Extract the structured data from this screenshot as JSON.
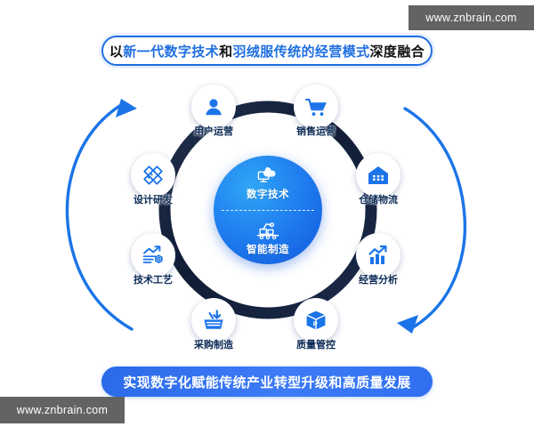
{
  "banners": {
    "top": {
      "parts": [
        {
          "text": "以",
          "highlight": false
        },
        {
          "text": "新一代数字技术",
          "highlight": true
        },
        {
          "text": "和",
          "highlight": false
        },
        {
          "text": "羽绒服传统的经营模式",
          "highlight": true
        },
        {
          "text": "深度融合",
          "highlight": false
        }
      ],
      "full_text": "以新一代数字技术和羽绒服传统的经营模式深度融合"
    },
    "bottom": {
      "text": "实现数字化赋能传统产业转型升级和高质量发展"
    }
  },
  "core": {
    "top": {
      "label": "数字技术",
      "icon": "cloud-monitor-icon"
    },
    "bottom": {
      "label": "智能制造",
      "icon": "robot-arm-icon"
    }
  },
  "nodes": [
    {
      "id": "user-ops",
      "label": "用户运营",
      "icon": "user-icon"
    },
    {
      "id": "sales-ops",
      "label": "销售运营",
      "icon": "shopping-cart-icon"
    },
    {
      "id": "warehouse",
      "label": "仓储物流",
      "icon": "warehouse-icon"
    },
    {
      "id": "growth",
      "label": "经营分析",
      "icon": "bar-chart-up-icon"
    },
    {
      "id": "quality",
      "label": "质量管控",
      "icon": "package-box-icon"
    },
    {
      "id": "procurement",
      "label": "采购制造",
      "icon": "basket-download-icon"
    },
    {
      "id": "tech-process",
      "label": "技术工艺",
      "icon": "trend-gear-icon"
    },
    {
      "id": "design-rd",
      "label": "设计研发",
      "icon": "ruler-pencil-icon"
    }
  ],
  "arrows": {
    "left": {
      "name": "left-curved-arrow",
      "direction": "up"
    },
    "right": {
      "name": "right-curved-arrow",
      "direction": "down"
    }
  },
  "watermarks": {
    "top_right": "www.znbrain.com",
    "bottom_left": "www.znbrain.com"
  },
  "colors": {
    "accent_blue": "#1f6fe0",
    "core_blue": "#1f7ef0",
    "ring_navy": "#16233f",
    "banner_bottom_bg": "#2f6ff0",
    "label_navy": "#0b2a55",
    "watermark_bg": "#636363"
  }
}
